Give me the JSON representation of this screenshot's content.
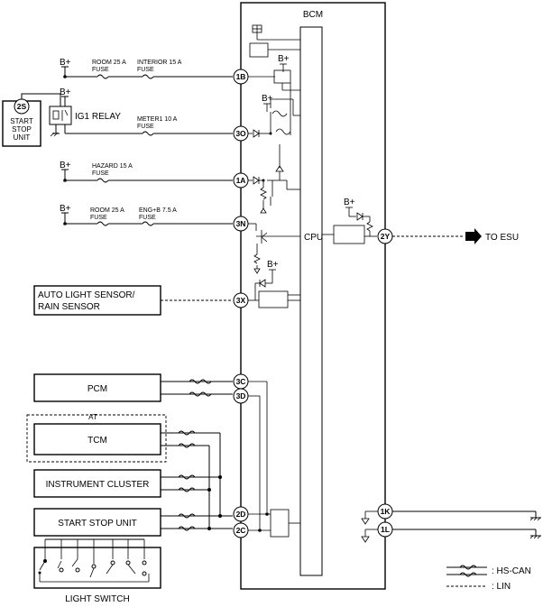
{
  "bcm": {
    "title": "BCM",
    "cpu_label": "CPU"
  },
  "relay": {
    "label": "IG1 RELAY"
  },
  "bplus": "B+",
  "fuses": {
    "room_1": "ROOM 25 A",
    "interior": "INTERIOR 15 A",
    "meter1": "METER1 10 A",
    "hazard": "HAZARD 15 A",
    "room_2": "ROOM 25 A",
    "eng_b": "ENG+B 7.5 A",
    "fuse_word": "FUSE"
  },
  "pins": {
    "p1B": "1B",
    "p3O": "3O",
    "p1A": "1A",
    "p3N": "3N",
    "p3X": "3X",
    "p3C": "3C",
    "p3D": "3D",
    "p2D": "2D",
    "p2C": "2C",
    "p2Y": "2Y",
    "p1K": "1K",
    "p1L": "1L",
    "p2S": "2S"
  },
  "units": {
    "start_stop_unit_small": [
      "START",
      "STOP",
      "UNIT"
    ],
    "auto_light": [
      "AUTO LIGHT SENSOR/",
      "RAIN SENSOR"
    ],
    "pcm": "PCM",
    "at_group": "AT",
    "tcm": "TCM",
    "instrument_cluster": "INSTRUMENT CLUSTER",
    "start_stop_unit": "START STOP UNIT",
    "light_switch": "LIGHT SWITCH"
  },
  "to_esu": "TO ESU",
  "legend": {
    "hs_can": ": HS-CAN",
    "lin": ": LIN"
  }
}
